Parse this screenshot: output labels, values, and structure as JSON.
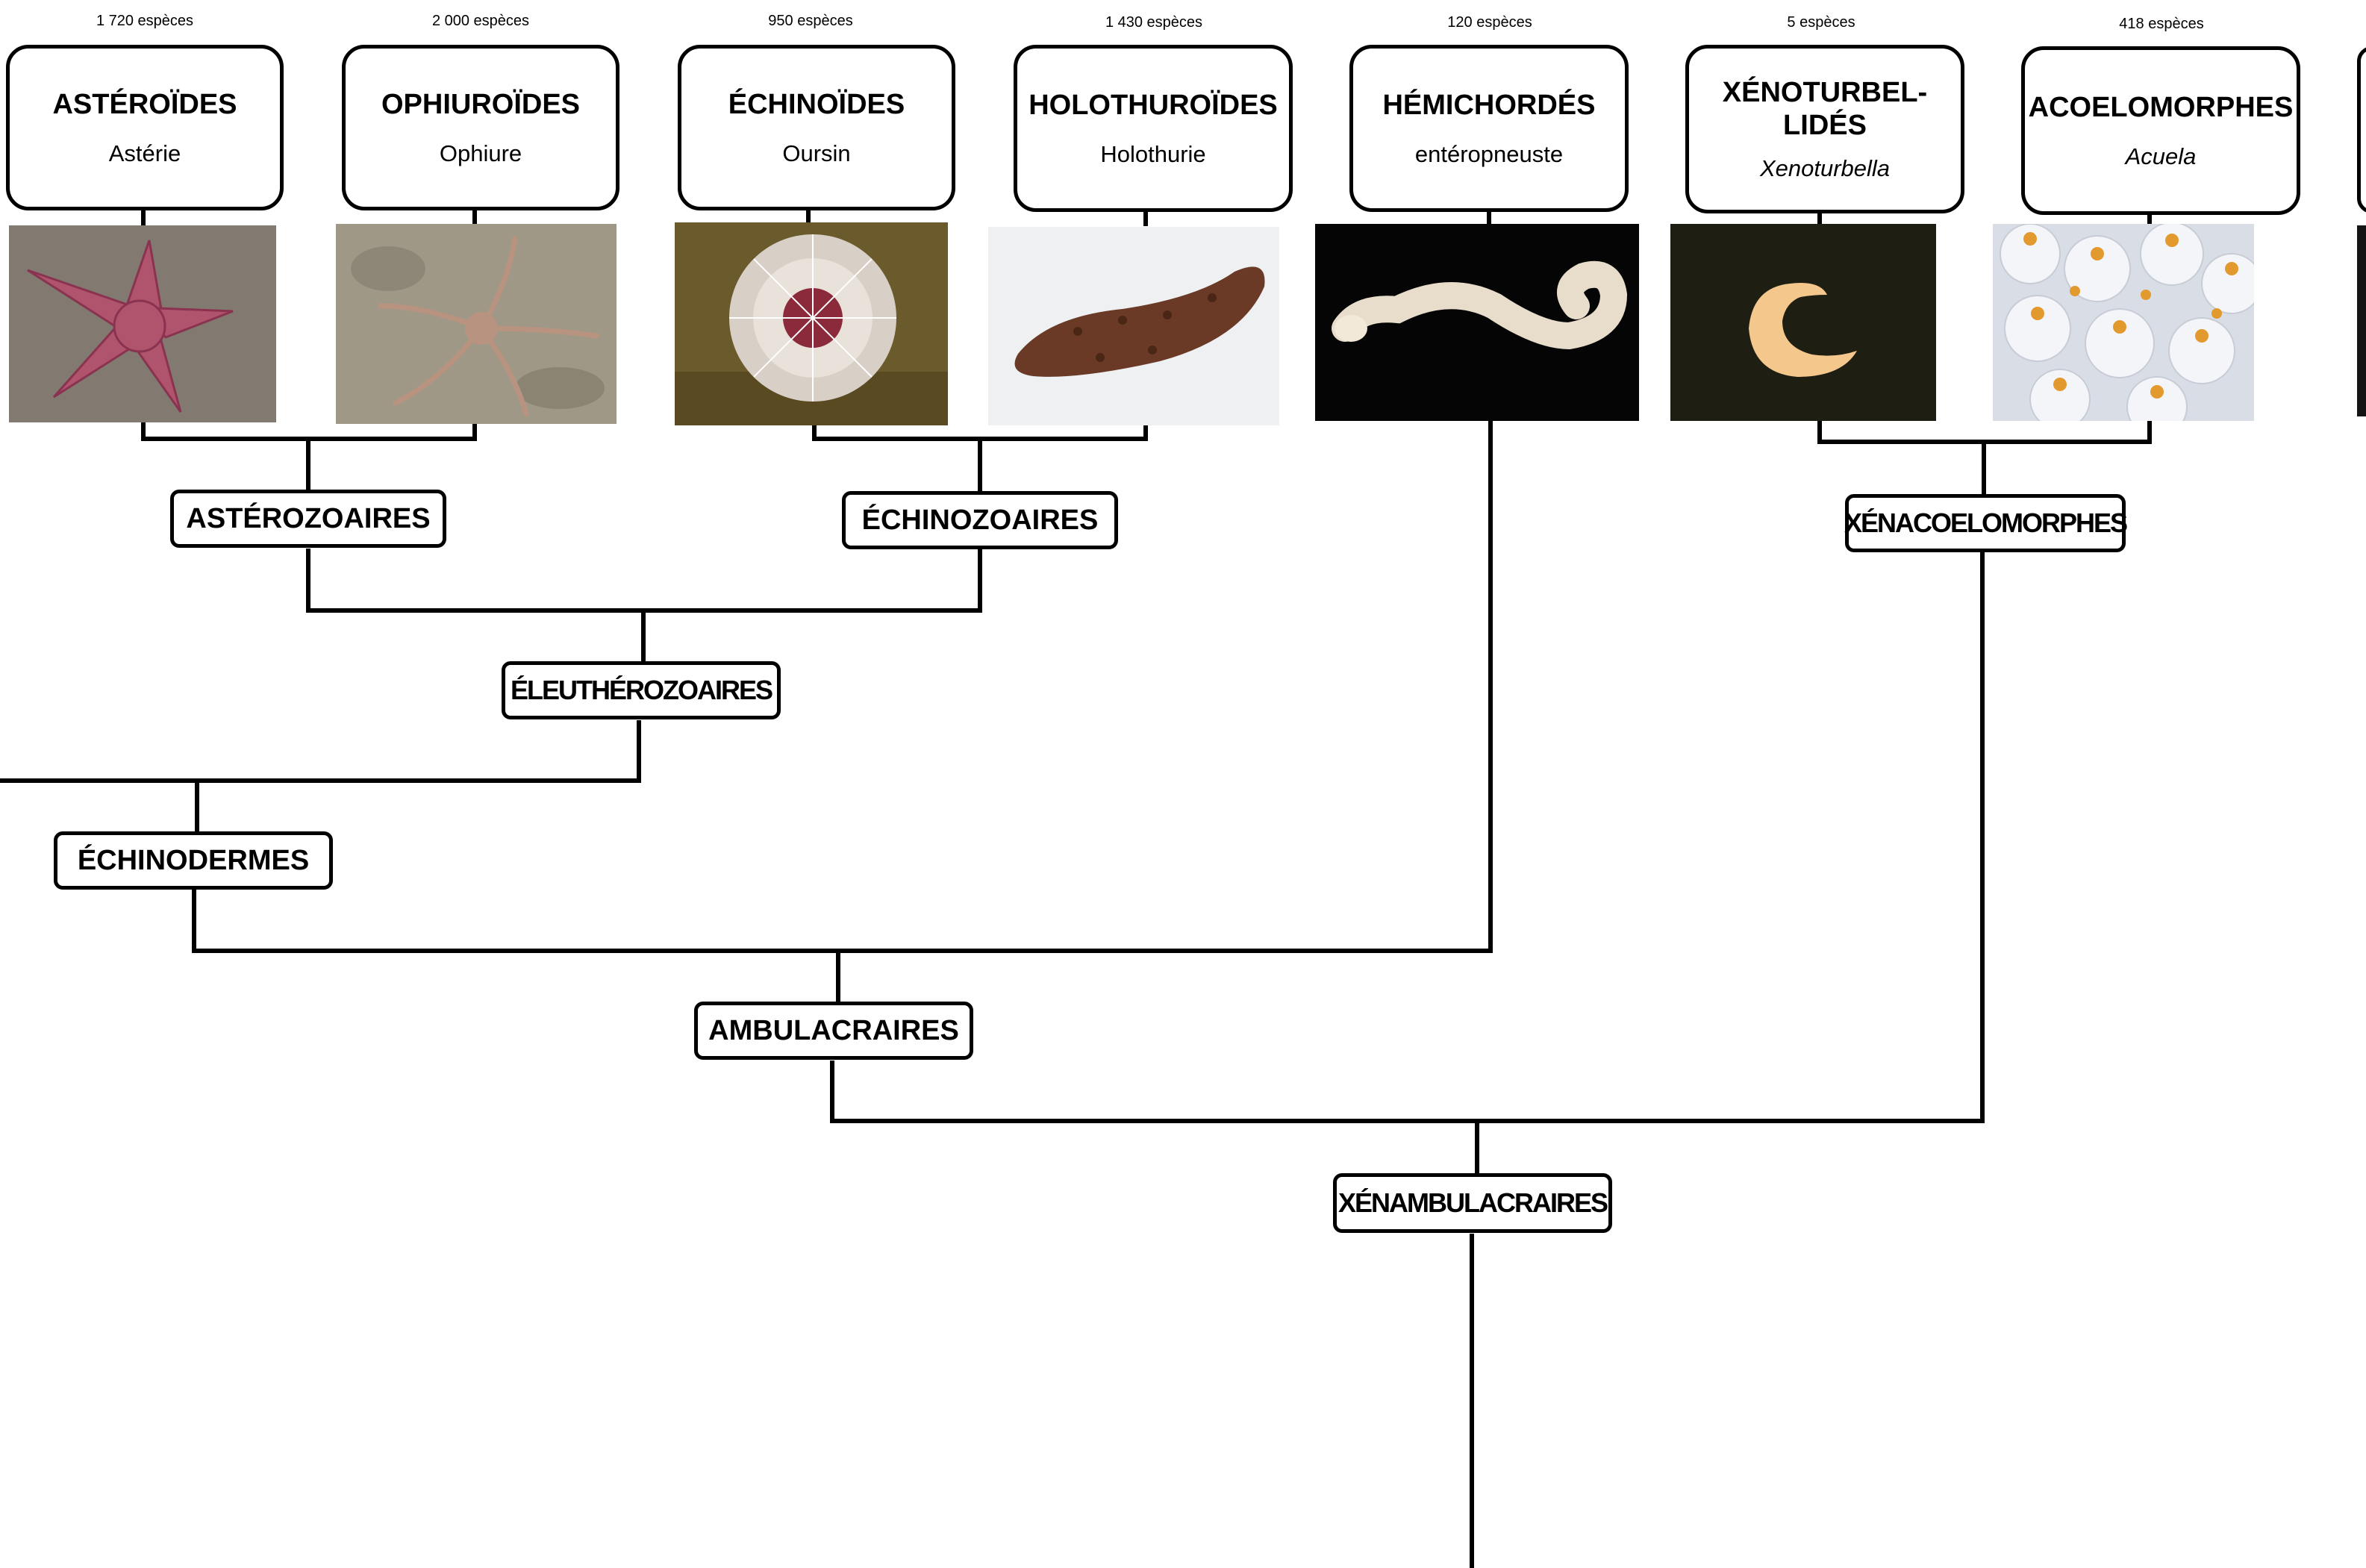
{
  "taxa": [
    {
      "name": "ASTÉROÏDES",
      "common": "Astérie",
      "species_count": "1 720 espèces",
      "italic": false
    },
    {
      "name": "OPHIUROÏDES",
      "common": "Ophiure",
      "species_count": "2 000 espèces",
      "italic": false
    },
    {
      "name": "ÉCHINOÏDES",
      "common": "Oursin",
      "species_count": "950 espèces",
      "italic": false
    },
    {
      "name": "HOLOTHUROÏDES",
      "common": "Holothurie",
      "species_count": "1 430 espèces",
      "italic": false
    },
    {
      "name": "HÉMICHORDÉS",
      "common": "entéropneuste",
      "species_count": "120 espèces",
      "italic": false
    },
    {
      "name": "XÉNOTURBEL-LIDÉS",
      "common": "Xenoturbella",
      "species_count": "5 espèces",
      "italic": true
    },
    {
      "name": "ACOELOMORPHES",
      "common": "Acuela",
      "species_count": "418 espèces",
      "italic": true
    }
  ],
  "clades": {
    "asterozoaires": "ASTÉROZOAIRES",
    "echinozoaires": "ÉCHINOZOAIRES",
    "xenacoelomorphes": "XÉNACOELOMORPHES",
    "eleutherozoaires": "ÉLEUTHÉROZOAIRES",
    "echinodermes": "ÉCHINODERMES",
    "ambulacraires": "AMBULACRAIRES",
    "xenambulacraires": "XÉNAMBULACRAIRES"
  },
  "photos": [
    {
      "icon": "starfish-photo-icon",
      "bg": "#8a8276",
      "subject": "#b0546e"
    },
    {
      "icon": "brittle-star-photo-icon",
      "bg": "#a09886",
      "subject": "#b89480"
    },
    {
      "icon": "sea-urchin-photo-icon",
      "bg": "#6b5a2c",
      "subject": "#e8e2da"
    },
    {
      "icon": "sea-cucumber-photo-icon",
      "bg": "#eef0f2",
      "subject": "#6a3a26"
    },
    {
      "icon": "acorn-worm-photo-icon",
      "bg": "#050505",
      "subject": "#e8dccb"
    },
    {
      "icon": "xenoturbella-photo-icon",
      "bg": "#1e1e12",
      "subject": "#f4c78c"
    },
    {
      "icon": "acoel-photo-icon",
      "bg": "#d9dde6",
      "subject": "#e29a2e"
    }
  ],
  "colors": {
    "line": "#000000",
    "background": "#ffffff"
  }
}
